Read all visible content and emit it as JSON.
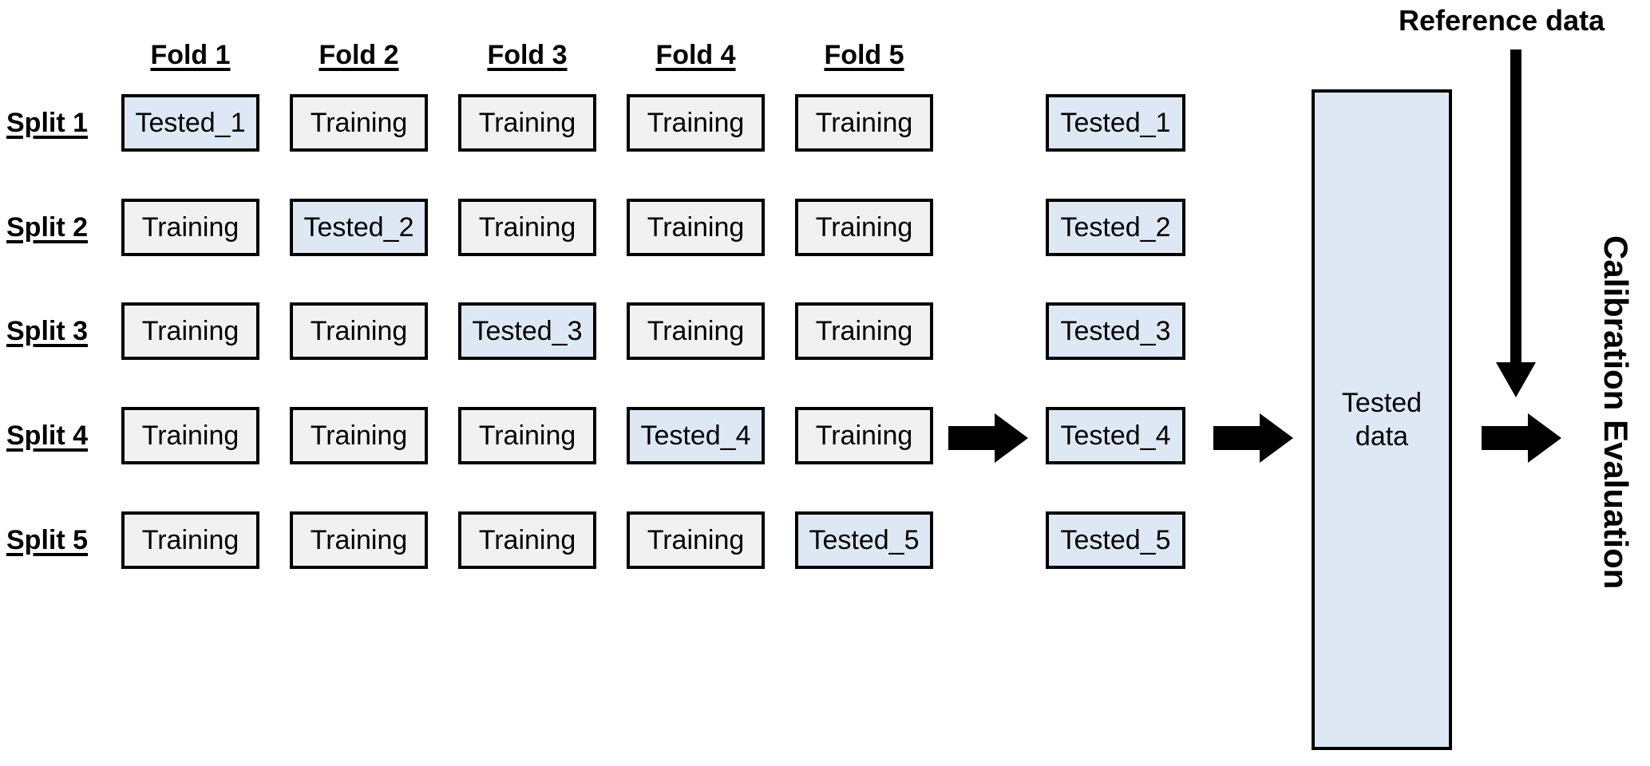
{
  "diagram": {
    "title_vertical": "Calibration Evaluation",
    "reference_label": "Reference data",
    "colors": {
      "tested_fill": "#dde8f4",
      "training_fill": "#f1f1f1",
      "border": "#000000",
      "arrow": "#000000",
      "background": "#ffffff"
    },
    "column_headers": [
      "Fold 1",
      "Fold 2",
      "Fold 3",
      "Fold 4",
      "Fold 5"
    ],
    "row_headers": [
      "Split 1",
      "Split 2",
      "Split 3",
      "Split 4",
      "Split 5"
    ],
    "grid": [
      [
        "Tested_1",
        "Training",
        "Training",
        "Training",
        "Training"
      ],
      [
        "Training",
        "Tested_2",
        "Training",
        "Training",
        "Training"
      ],
      [
        "Training",
        "Training",
        "Tested_3",
        "Training",
        "Training"
      ],
      [
        "Training",
        "Training",
        "Training",
        "Tested_4",
        "Training"
      ],
      [
        "Training",
        "Training",
        "Training",
        "Training",
        "Tested_5"
      ]
    ],
    "grid_states": [
      [
        "tested",
        "training",
        "training",
        "training",
        "training"
      ],
      [
        "training",
        "tested",
        "training",
        "training",
        "training"
      ],
      [
        "training",
        "training",
        "tested",
        "training",
        "training"
      ],
      [
        "training",
        "training",
        "training",
        "tested",
        "training"
      ],
      [
        "training",
        "training",
        "training",
        "training",
        "tested"
      ]
    ],
    "collected": [
      "Tested_1",
      "Tested_2",
      "Tested_3",
      "Tested_4",
      "Tested_5"
    ],
    "pool": {
      "line1": "Tested",
      "line2": "data"
    },
    "arrows": [
      {
        "name": "arrow-grid-to-collected",
        "direction": "right"
      },
      {
        "name": "arrow-collected-to-pool",
        "direction": "right"
      },
      {
        "name": "arrow-pool-to-evaluation",
        "direction": "right"
      },
      {
        "name": "arrow-reference-data-down",
        "direction": "down"
      }
    ]
  }
}
